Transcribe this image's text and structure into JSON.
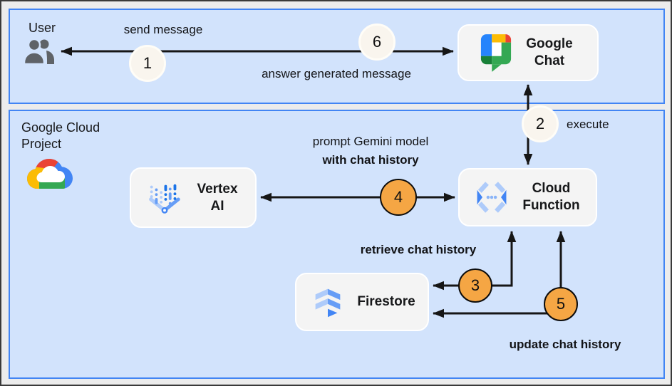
{
  "panels": {
    "user": {
      "label": "User"
    },
    "gcp": {
      "label": "Google Cloud Project"
    }
  },
  "nodes": {
    "google_chat": {
      "label": "Google Chat"
    },
    "vertex_ai": {
      "label": "Vertex AI"
    },
    "cloud_function": {
      "label": "Cloud Function"
    },
    "firestore": {
      "label": "Firestore"
    }
  },
  "steps": {
    "1": {
      "num": "1",
      "label": "send message"
    },
    "2": {
      "num": "2",
      "label": "execute"
    },
    "3": {
      "num": "3",
      "label": "retrieve chat history"
    },
    "4": {
      "num": "4",
      "label_line1": "prompt Gemini model",
      "label_line2": "with chat history"
    },
    "5": {
      "num": "5",
      "label": "update chat history"
    },
    "6": {
      "num": "6",
      "label": "answer generated message"
    }
  },
  "icons": {
    "user": "users-icon",
    "gcp": "google-cloud-logo",
    "google_chat": "google-chat-logo",
    "vertex_ai": "vertex-ai-icon",
    "cloud_function": "cloud-function-icon",
    "firestore": "firestore-icon"
  },
  "colors": {
    "panel_bg": "#d2e3fc",
    "panel_border": "#4285f4",
    "node_bg": "#f4f4f4",
    "badge_cream": "#f9f5ee",
    "badge_orange": "#f5a644",
    "wire": "#161616",
    "google_blue": "#4285f4",
    "google_red": "#ea4335",
    "google_yellow": "#fbbc05",
    "google_green": "#34a853"
  }
}
